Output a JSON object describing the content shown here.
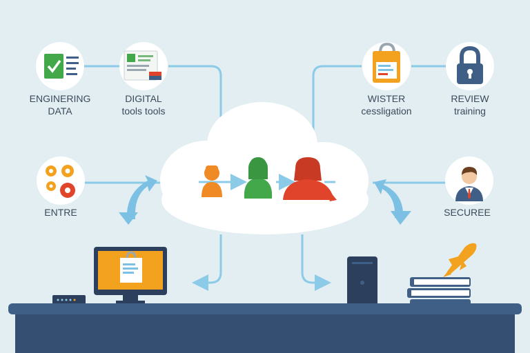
{
  "nodes": {
    "engineering": {
      "line1": "ENGINERING",
      "line2": "DATA",
      "icon": "document-check-icon"
    },
    "digital": {
      "line1": "DIGITAL",
      "line2": "tools tools",
      "icon": "form-document-icon"
    },
    "entre": {
      "line1": "ENTRE",
      "icon": "gears-icon"
    },
    "wister": {
      "line1": "WISTER",
      "line2": "cessligation",
      "icon": "lock-document-icon"
    },
    "review": {
      "line1": "REVIEW",
      "line2": "training",
      "icon": "padlock-icon"
    },
    "securee": {
      "line1": "SECUREE",
      "icon": "businessman-icon"
    }
  },
  "colors": {
    "background": "#e2eef2",
    "connector": "#8ccbe8",
    "desk": "#3f5f86",
    "person_orange": "#f08a24",
    "person_green": "#43a84a",
    "person_red": "#e0452c"
  }
}
